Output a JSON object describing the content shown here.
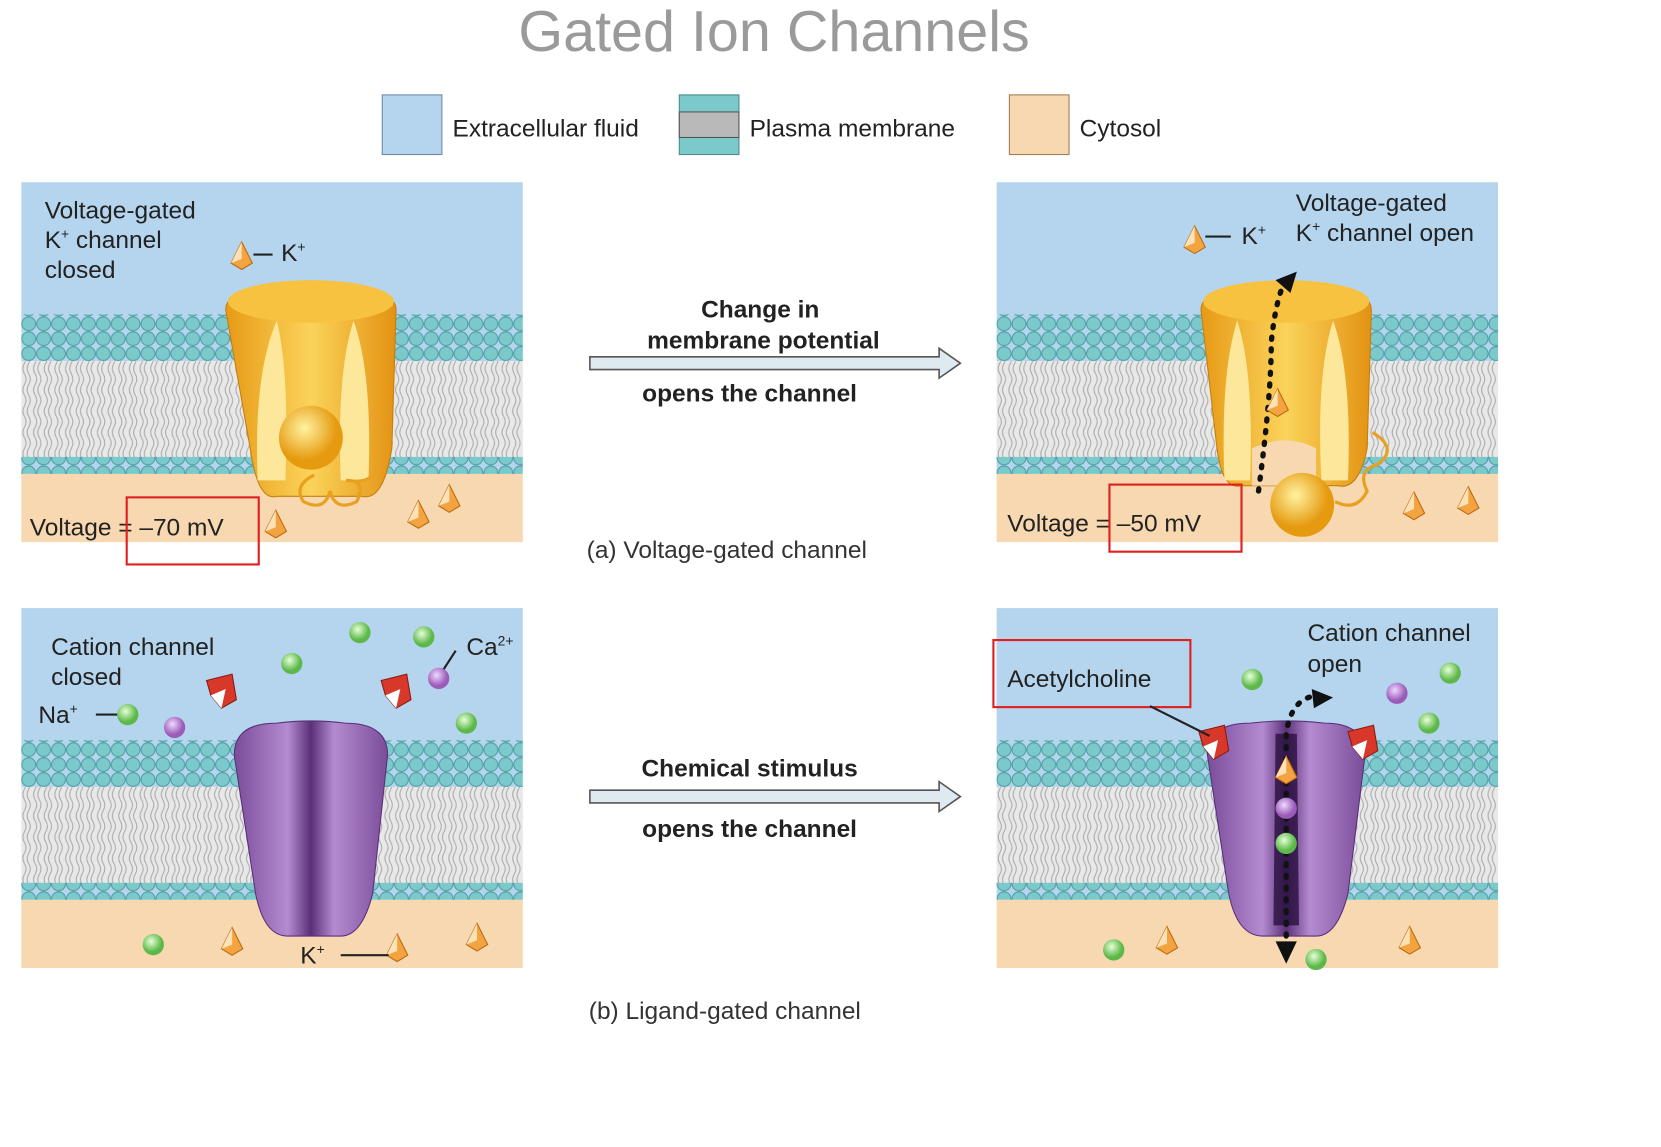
{
  "title": "Gated Ion Channels",
  "legend": [
    {
      "label": "Extracellular fluid",
      "color": "#b5d5ee"
    },
    {
      "label": "Plasma membrane",
      "color": "#7cc9cc"
    },
    {
      "label": "Cytosol",
      "color": "#f8d8b0"
    }
  ],
  "voltage_gated": {
    "closed_label": [
      "Voltage-gated",
      "K",
      " channel",
      "closed"
    ],
    "open_label": [
      "Voltage-gated",
      "K",
      " channel open"
    ],
    "ion_label": "K",
    "ion_charge": "+",
    "closed_voltage": "Voltage = –70 mV",
    "open_voltage": "Voltage = –50 mV",
    "arrow_top": [
      "Change in",
      "membrane potential"
    ],
    "arrow_bottom": "opens the channel",
    "caption": "(a) Voltage-gated channel"
  },
  "ligand_gated": {
    "closed_label": [
      "Cation channel",
      "closed"
    ],
    "open_label": [
      "Cation channel",
      "open"
    ],
    "na_label": "Na",
    "na_charge": "+",
    "ca_label": "Ca",
    "ca_charge": "2+",
    "k_label": "K",
    "k_charge": "+",
    "ligand_label": "Acetylcholine",
    "arrow_top": "Chemical stimulus",
    "arrow_bottom": "opens the channel",
    "caption": "(b) Ligand-gated channel"
  },
  "colors": {
    "extracellular": "#b5d5ee",
    "membrane_heads": "#7cc9cc",
    "membrane_tails": "#c8c8c8",
    "cytosol": "#f8d8b0",
    "k_channel": "#f2b630",
    "cation_channel": "#9a6ab8",
    "highlight_box": "#e02020",
    "na_ion": "#7cc864",
    "ca_ion": "#b07ac8"
  }
}
